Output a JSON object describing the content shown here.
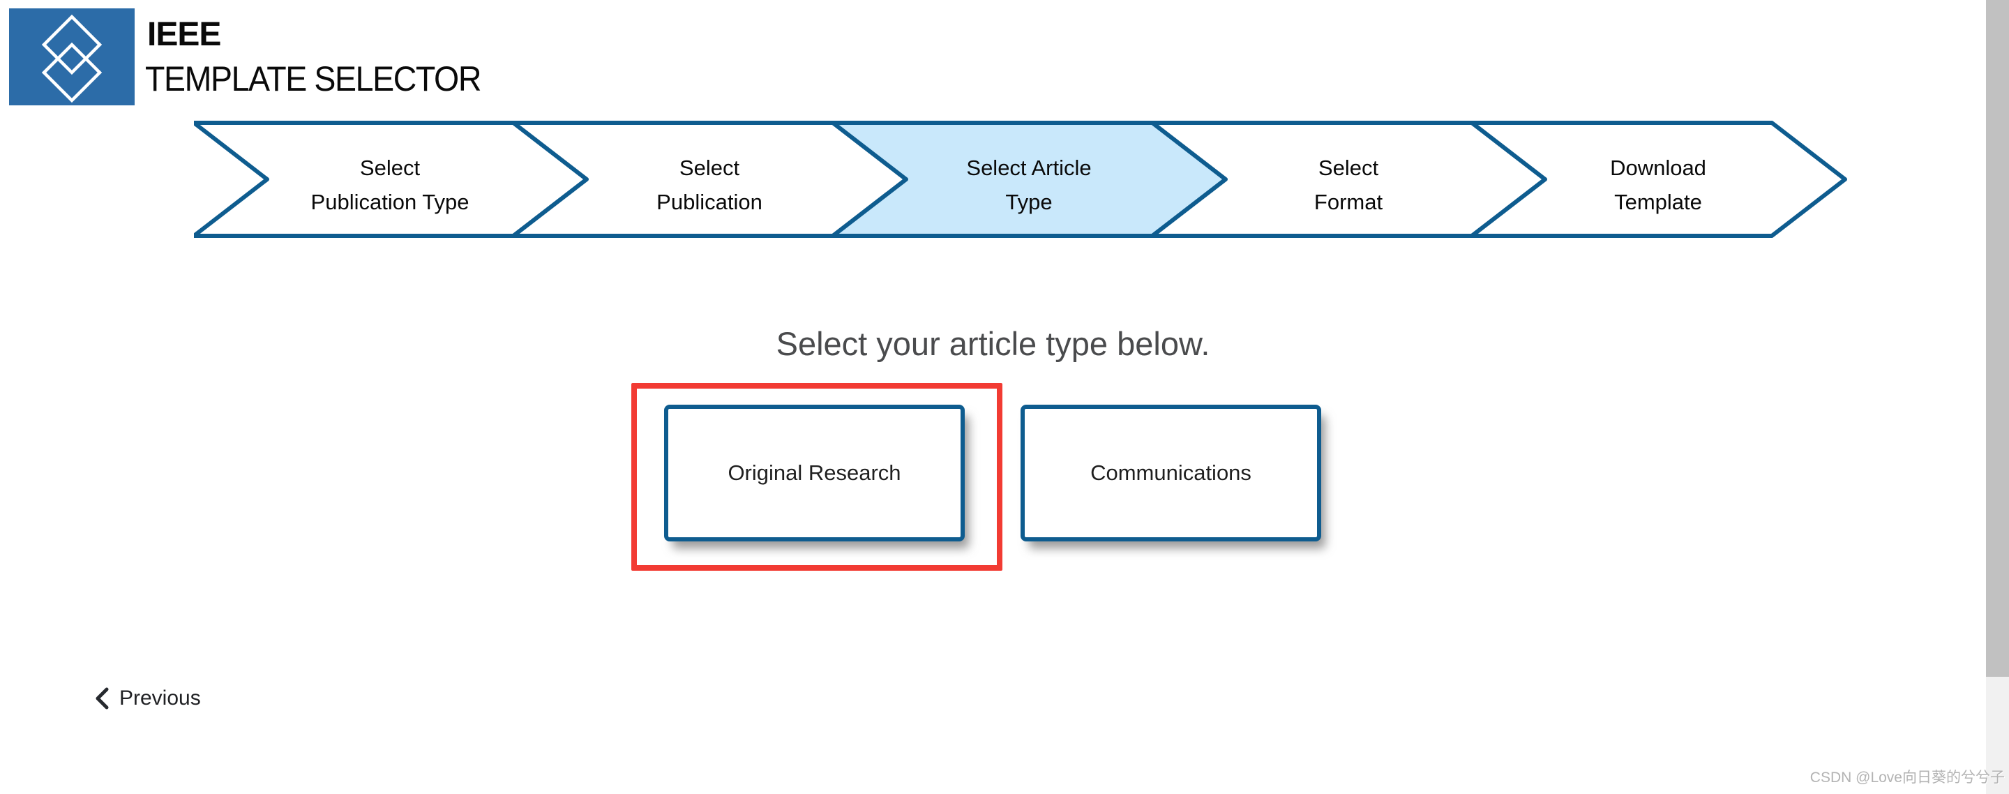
{
  "brand": {
    "title": "IEEE",
    "subtitle": "TEMPLATE SELECTOR"
  },
  "stepper": {
    "steps": [
      {
        "line1": "Select",
        "line2": "Publication Type",
        "active": false
      },
      {
        "line1": "Select",
        "line2": "Publication",
        "active": false
      },
      {
        "line1": "Select Article",
        "line2": "Type",
        "active": true
      },
      {
        "line1": "Select",
        "line2": "Format",
        "active": false
      },
      {
        "line1": "Download",
        "line2": "Template",
        "active": false
      }
    ]
  },
  "main": {
    "heading": "Select your article type below.",
    "article_types": [
      {
        "label": "Original Research",
        "highlighted": true
      },
      {
        "label": "Communications",
        "highlighted": false
      }
    ]
  },
  "nav": {
    "previous_label": "Previous"
  },
  "watermark": {
    "text": "CSDN @Love向日葵的兮兮子"
  },
  "colors": {
    "accent_blue": "#0e5c8f",
    "logo_blue": "#2c6ca8",
    "step_fill": "#ffffff",
    "step_active_fill": "#c9e8fb",
    "highlight_red": "#f23b33",
    "heading_gray": "#4a4b4d",
    "scrollbar_thumb": "#c1c1c1",
    "scrollbar_track": "#f1f1f1"
  }
}
